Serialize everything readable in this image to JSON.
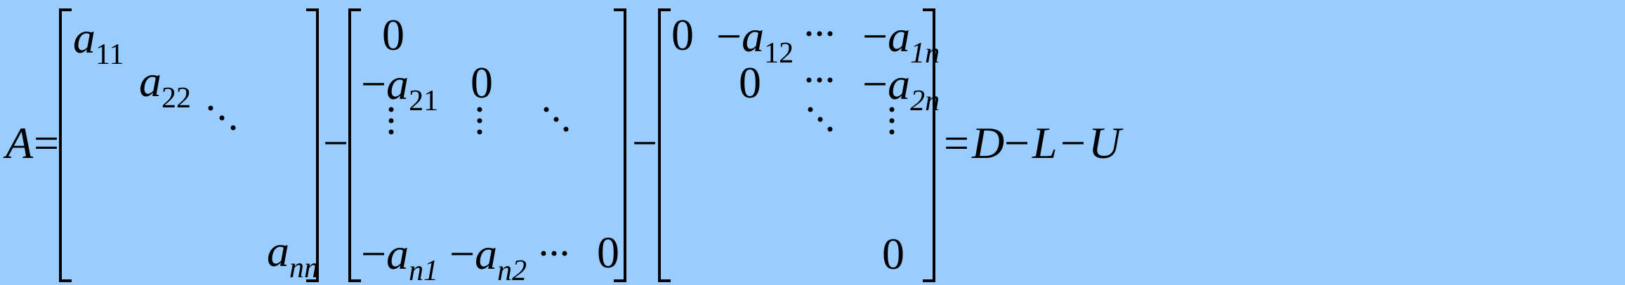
{
  "lhs": {
    "symbol": "A",
    "equals": "="
  },
  "operators": {
    "minus": "−",
    "equals": "="
  },
  "matrix_d": {
    "a11": {
      "base": "a",
      "sub": "11"
    },
    "a22": {
      "base": "a",
      "sub": "22"
    },
    "ann": {
      "base": "a",
      "sub": "nn"
    }
  },
  "matrix_l": {
    "zero": "0",
    "a21": {
      "sign": "−",
      "base": "a",
      "sub": "21"
    },
    "an1": {
      "sign": "−",
      "base": "a",
      "sub": "n1"
    },
    "an2": {
      "sign": "−",
      "base": "a",
      "sub": "n2"
    },
    "vdots": "⋮",
    "cdots": "⋯"
  },
  "matrix_u": {
    "zero": "0",
    "a12": {
      "sign": "−",
      "base": "a",
      "sub": "12"
    },
    "a1n": {
      "sign": "−",
      "base": "a",
      "sub": "1n"
    },
    "a2n": {
      "sign": "−",
      "base": "a",
      "sub": "2n"
    },
    "vdots": "⋮",
    "cdots": "⋯"
  },
  "rhs": {
    "D": "D",
    "L": "L",
    "U": "U"
  }
}
